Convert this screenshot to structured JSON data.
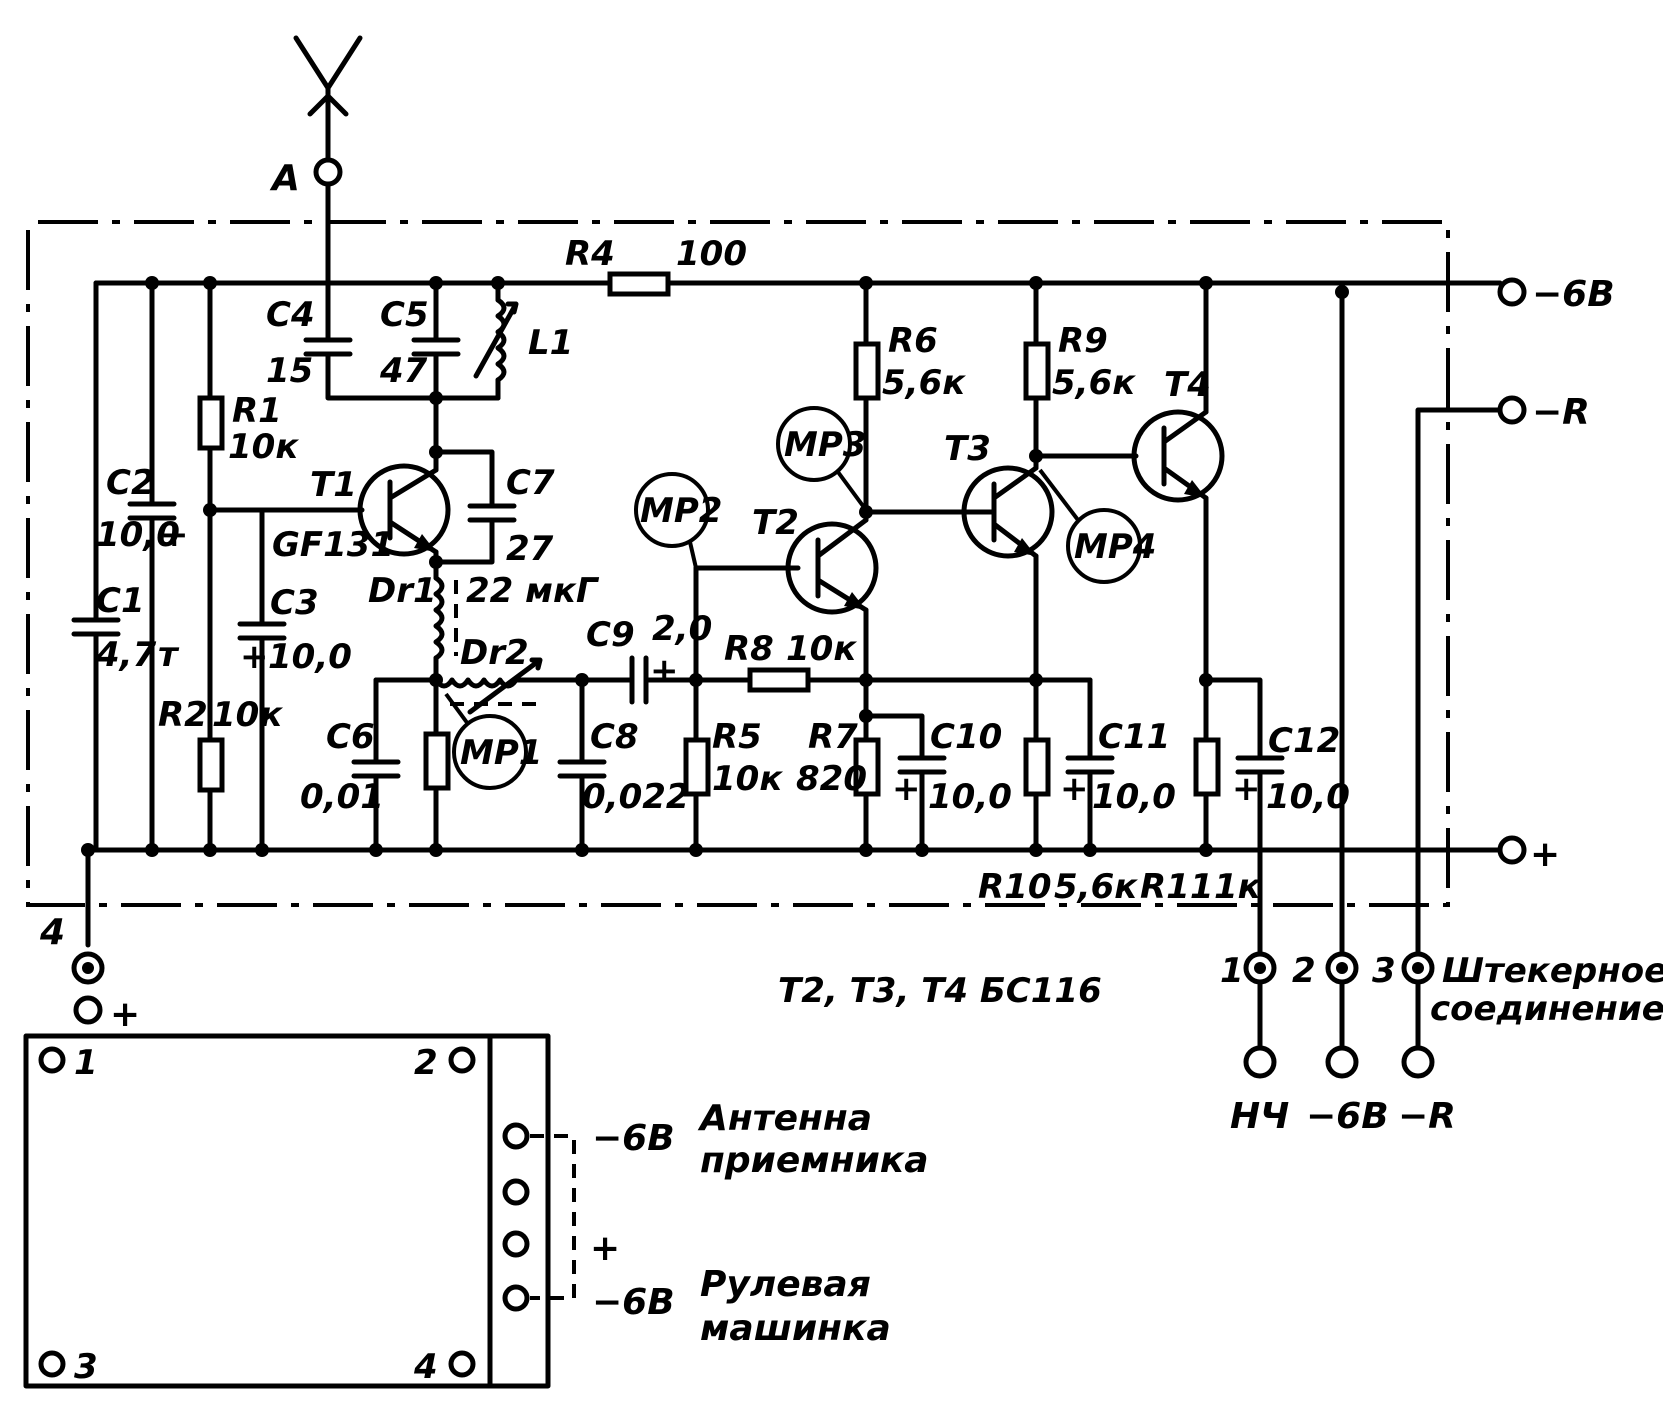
{
  "antenna": {
    "label": "A"
  },
  "rails": {
    "neg6": "−6В",
    "negR": "−R",
    "pos": "+"
  },
  "components": {
    "R4": {
      "name": "R4",
      "value": "100"
    },
    "C4": {
      "name": "C4",
      "value": "15"
    },
    "C5": {
      "name": "C5",
      "value": "47"
    },
    "L1": {
      "name": "L1"
    },
    "R1": {
      "name": "R1",
      "value": "10к"
    },
    "C2": {
      "name": "C2",
      "value": "10,0",
      "pol": "+"
    },
    "T1": {
      "name": "T1",
      "type": "GF131"
    },
    "C7": {
      "name": "C7",
      "value": "27"
    },
    "C3": {
      "name": "C3",
      "value": "10,0",
      "pol": "+"
    },
    "C1": {
      "name": "C1",
      "value": "4,7",
      "type": "т"
    },
    "R2": {
      "name": "R2",
      "value": "10к"
    },
    "Dr1": {
      "name": "Dr1",
      "value": "22 мкГ"
    },
    "Dr2": {
      "name": "Dr2"
    },
    "C6": {
      "name": "C6",
      "value": "0,01"
    },
    "C8": {
      "name": "C8",
      "value": "0,022"
    },
    "C9": {
      "name": "C9",
      "value": "2,0",
      "pol": "+"
    },
    "R8": {
      "name": "R8",
      "value": "10к"
    },
    "R5": {
      "name": "R5",
      "value": "10к"
    },
    "R6": {
      "name": "R6",
      "value": "5,6к"
    },
    "T2": {
      "name": "T2"
    },
    "R7": {
      "name": "R7",
      "value": "820"
    },
    "C10": {
      "name": "C10",
      "value": "10,0",
      "pol": "+"
    },
    "R9": {
      "name": "R9",
      "value": "5,6к"
    },
    "T3": {
      "name": "T3"
    },
    "T4": {
      "name": "T4"
    },
    "C11": {
      "name": "C11",
      "value": "10,0",
      "pol": "+"
    },
    "R10": {
      "name": "R10",
      "value": "5,6к"
    },
    "C12": {
      "name": "C12",
      "value": "10,0",
      "pol": "+"
    },
    "R11": {
      "name": "R11",
      "value": "1к"
    }
  },
  "test_points": [
    "МР1",
    "МР2",
    "МР3",
    "МР4"
  ],
  "transistor_note": "T2, T3, T4   БС116",
  "connector": {
    "pins": [
      "1",
      "2",
      "3"
    ],
    "label_line1": "Штекерное",
    "label_line2": "соединение",
    "outputs": [
      "НЧ",
      "−6В",
      "−R"
    ]
  },
  "battery_tap": {
    "pin": "4",
    "pol": "+"
  },
  "servo_block": {
    "corner_pins": [
      "1",
      "2",
      "3",
      "4"
    ],
    "side_neg1": "−6В",
    "side_pos": "+",
    "side_neg2": "−6В",
    "label_antenna_1": "Антенна",
    "label_antenna_2": "приемника",
    "label_servo_1": "Рулевая",
    "label_servo_2": "машинка"
  }
}
